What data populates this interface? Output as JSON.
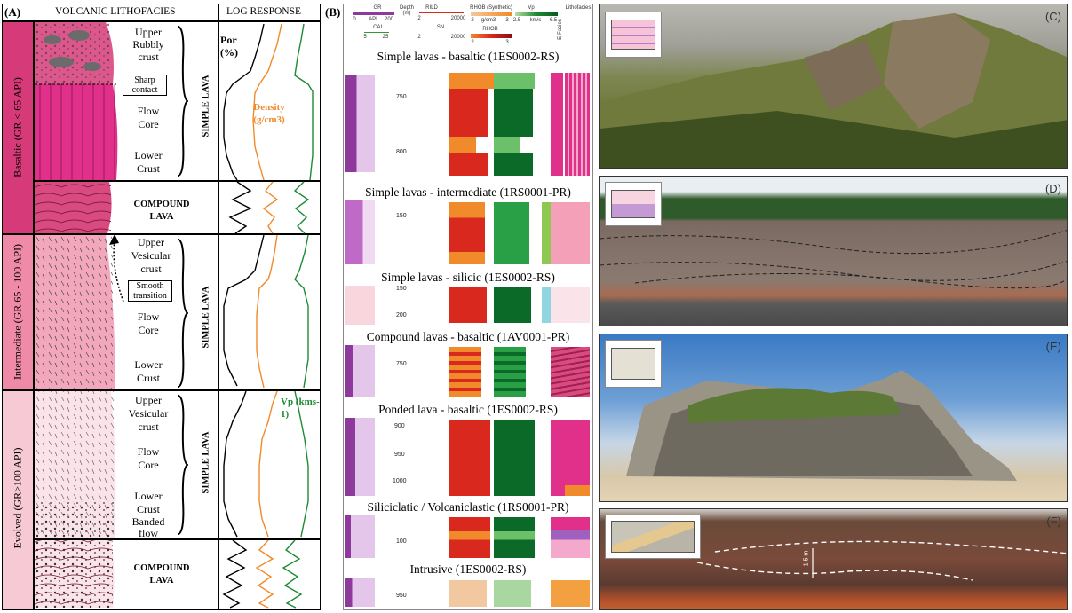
{
  "panel_a": {
    "label": "(A)",
    "col_lithofacies": "VOLCANIC LITHOFACIES",
    "col_log": "LOG RESPONSE",
    "basaltic_group": "Basaltic (GR < 65 API)",
    "intermediate_group": "Intermediate (GR 65 - 100 API)",
    "evolved_group": "Evolved (GR>100 API)",
    "b_upper": "Upper Rubbly crust",
    "b_sharp": "Sharp contact",
    "b_flow": "Flow Core",
    "b_lower": "Lower Crust",
    "simple_lava": "SIMPLE LAVA",
    "compound_lava": "COMPOUND LAVA",
    "i_upper": "Upper Vesicular crust",
    "i_smooth": "Smooth transition",
    "i_flow": "Flow Core",
    "i_lower": "Lower Crust",
    "e_upper": "Upper Vesicular crust",
    "e_flow": "Flow Core",
    "e_lower": "Lower Crust",
    "e_banded": "Banded flow",
    "por": "Por (%)",
    "density": "Density (g/cm3)",
    "vp": "Vp (kms-1)"
  },
  "panel_b": {
    "label": "(B)",
    "h_gr": "GR",
    "h_gr_unit": "API",
    "h_gr_min": "0",
    "h_gr_max": "200",
    "h_cal": "CAL",
    "h_cal_min": "5",
    "h_cal_max": "25",
    "h_depth": "Depth (m)",
    "h_rild": "RILD",
    "h_rild_min": "2",
    "h_rild_max": "20000",
    "h_sn": "SN",
    "h_sn_min": "2",
    "h_sn_max": "20000",
    "h_rhob_syn": "RHOB (Synthetic)",
    "h_rhob_syn_min": "2",
    "h_rhob_syn_unit": "g/cm3",
    "h_rhob_syn_max": "3",
    "h_rhob": "RHOB",
    "h_rhob_min": "2",
    "h_rhob_max": "3",
    "h_vp": "Vp",
    "h_vp_min": "2.5",
    "h_vp_unit": "km/s",
    "h_vp_max": "6.5",
    "h_litho": "Lithofacies",
    "h_efacies": "E-Facies",
    "s1": "Simple lavas - basaltic (1ES0002-RS)",
    "s1_d1": "750",
    "s1_d2": "800",
    "s2": "Simple lavas - intermediate (1RS0001-PR)",
    "s2_d1": "150",
    "s3": "Simple lavas - silicic (1ES0002-RS)",
    "s3_d1": "150",
    "s3_d2": "200",
    "s4": "Compound lavas - basaltic (1AV0001-PR)",
    "s4_d1": "750",
    "s5": "Ponded lava - basaltic (1ES0002-RS)",
    "s5_d1": "900",
    "s5_d2": "950",
    "s5_d3": "1000",
    "s6": "Siliciclatic / Volcaniclastic (1RS0001-PR)",
    "s6_d1": "100",
    "s7": "Intrusive (1ES0002-RS)",
    "s7_d1": "950"
  },
  "photos": {
    "c": "(C)",
    "d": "(D)",
    "e": "(E)",
    "f": "(F)",
    "scale": "1.5 m"
  },
  "colors": {
    "basaltic": "#d63a78",
    "intermediate": "#ef8aa8",
    "evolved": "#f7c9d4",
    "gr_purple": "#8e3a9c",
    "rhob_red": "#d9281e",
    "vp_green": "#1e8a34",
    "density_orange": "#f08a2a"
  }
}
